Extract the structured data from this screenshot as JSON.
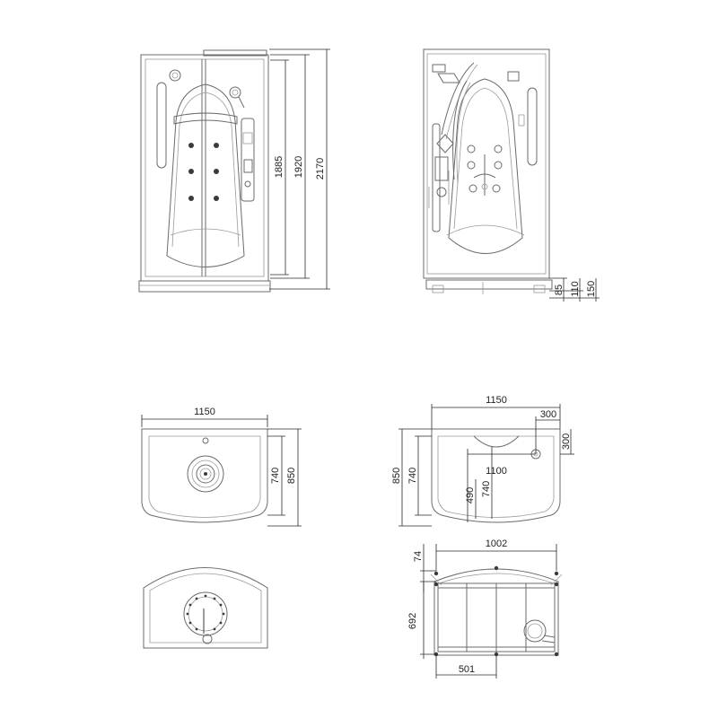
{
  "views": {
    "front_elevation": {
      "dimensions": [
        "1885",
        "1920",
        "2170"
      ]
    },
    "side_elevation": {
      "dimensions": [
        "85",
        "110",
        "150"
      ]
    },
    "top_plan": {
      "dimensions": [
        "1150",
        "740",
        "850"
      ]
    },
    "tray_plan": {
      "dimensions": [
        "1150",
        "300",
        "300",
        "1100",
        "850",
        "740",
        "490",
        "740"
      ]
    },
    "base_plan": {
      "dimensions": []
    },
    "frame_plan": {
      "dimensions": [
        "1002",
        "74",
        "692",
        "501"
      ]
    }
  }
}
